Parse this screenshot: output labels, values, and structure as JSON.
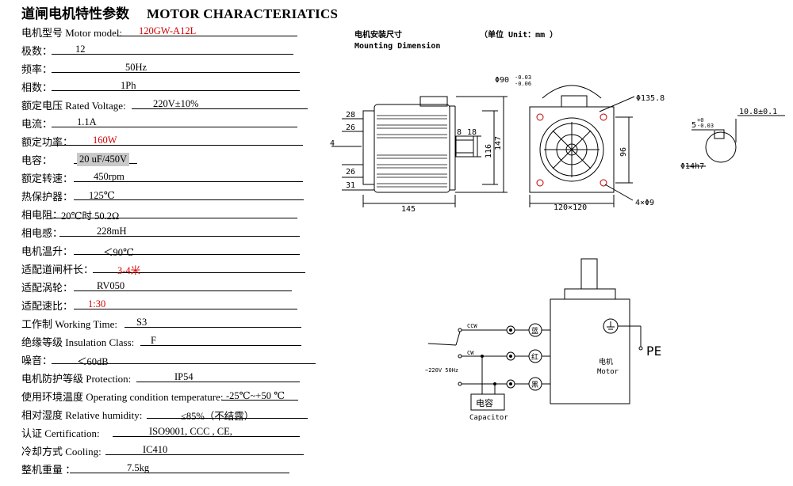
{
  "title": {
    "cn": "道闸电机特性参数",
    "en": "MOTOR CHARACTERIATICS"
  },
  "specs": [
    {
      "label": "电机型号 Motor model:",
      "value": "120GW-A12L",
      "color": "#d40000"
    },
    {
      "label": "极数：",
      "value": "12"
    },
    {
      "label": "频率：",
      "value": "50Hz"
    },
    {
      "label": "相数：",
      "value": "1Ph"
    },
    {
      "label": "额定电压 Rated Voltage:",
      "value": "220V±10%"
    },
    {
      "label": "电流：",
      "value": "1.1A"
    },
    {
      "label": "额定功率：",
      "value": "160W",
      "color": "#d40000"
    },
    {
      "label": "电容：",
      "value": "20 uF/450V",
      "highlight": true
    },
    {
      "label": "额定转速：",
      "value": "450rpm"
    },
    {
      "label": "热保护器：",
      "value": "125℃"
    },
    {
      "label": "相电阻：",
      "value": "20℃时    50.2Ω"
    },
    {
      "label": "相电感：",
      "value": "228mH"
    },
    {
      "label": "电机温升：",
      "value": "＜90℃"
    },
    {
      "label": "适配道闸杆长：",
      "value": "3-4米",
      "color": "#d40000"
    },
    {
      "label": "适配涡轮：",
      "value": "RV050"
    },
    {
      "label": "适配速比：",
      "value": "1:30",
      "color": "#d40000"
    },
    {
      "label": "工作制 Working Time:",
      "value": "S3"
    },
    {
      "label": "绝缘等级 Insulation Class:",
      "value": "F"
    },
    {
      "label": "噪音：",
      "value": "＜60dB"
    },
    {
      "label": "电机防护等级 Protection:",
      "value": "IP54"
    },
    {
      "label": "使用环境温度 Operating condition temperature:",
      "value": "-25℃~+50 ℃"
    },
    {
      "label": "相对湿度 Relative humidity:",
      "value": "≤85%（不结露）"
    },
    {
      "label": "认证 Certification:",
      "value": "ISO9001, CCC , CE,"
    },
    {
      "label": "冷却方式 Cooling:",
      "value": "IC410"
    },
    {
      "label": "整机重量 ：",
      "value": "7.5kg"
    }
  ],
  "dimension": {
    "title_cn": "电机安装尺寸",
    "title_en": "Mounting Dimension",
    "unit": "（单位 Unit：mm ）",
    "side": {
      "d28": "28",
      "d26a": "26",
      "d4": "4",
      "d26b": "26",
      "d31": "31",
      "d145": "145",
      "d8": "8",
      "d18": "18",
      "d116": "116",
      "d147": "147"
    },
    "front": {
      "phi90": "Φ90",
      "tol_up": "-0.03",
      "tol_dn": "-0.06",
      "phi135": "Φ135.8",
      "d96": "96",
      "d120": "120×120",
      "holes": "4×Φ9"
    },
    "shaft": {
      "key": "10.8±0.1",
      "t5": "5",
      "tol_up": "+0",
      "tol_dn": "-0.03",
      "dia": "Φ14h7"
    }
  },
  "wiring": {
    "ccw": "CCW",
    "cw": "CW",
    "supply": "~220V 50Hz",
    "blue": "蓝",
    "red": "红",
    "black": "黑",
    "motor_cn": "电机",
    "motor_en": "Motor",
    "pe": "PE",
    "cap_cn": "电容",
    "cap_en": "Capacitor"
  }
}
